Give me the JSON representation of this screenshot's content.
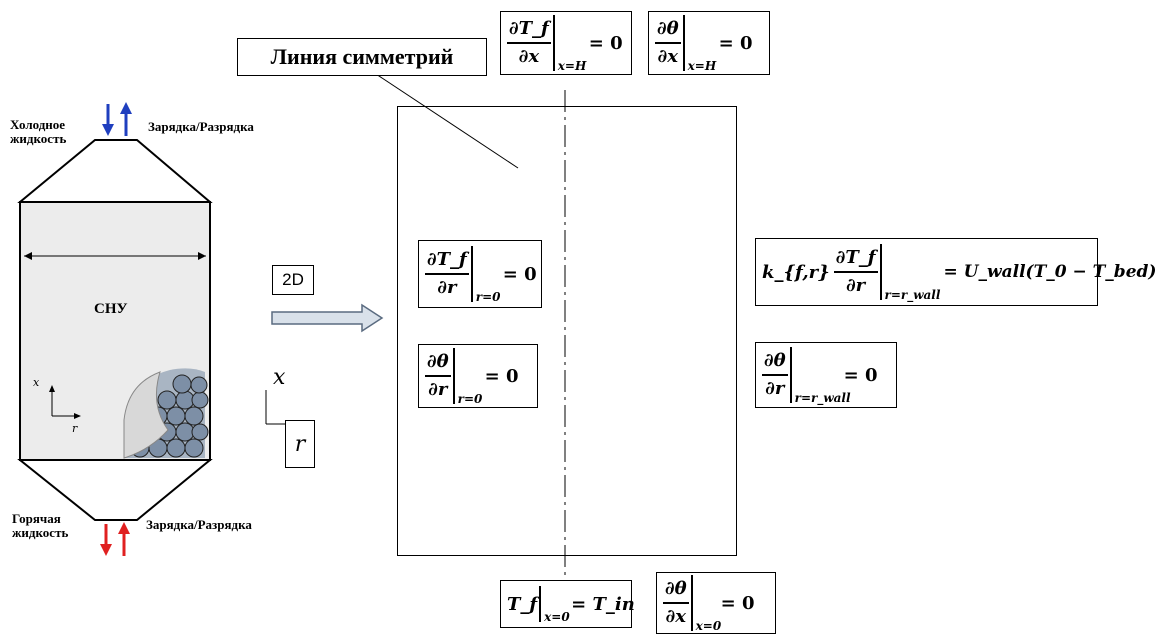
{
  "tank": {
    "cold_fluid_label": [
      "Холодное",
      "жидкость"
    ],
    "hot_fluid_label": [
      "Горячая",
      "жидкость"
    ],
    "charge_top": "Зарядка/Разрядка",
    "charge_bottom": "Зарядка/Разрядка",
    "center_label": "СНУ",
    "axis_x": "x",
    "axis_r": "r"
  },
  "transition": {
    "label_2d": "2D",
    "axis_x": "x",
    "axis_r": "r"
  },
  "symmetry_label": "Линия симметрий",
  "conditions": {
    "top_tf": {
      "num": "∂T_f",
      "den": "∂x",
      "sub": "x=H",
      "rhs": "= 0"
    },
    "top_theta": {
      "num": "∂θ",
      "den": "∂x",
      "sub": "x=H",
      "rhs": "= 0"
    },
    "left_tf": {
      "num": "∂T_f",
      "den": "∂r",
      "sub": "r=0",
      "rhs": "= 0"
    },
    "left_theta": {
      "num": "∂θ",
      "den": "∂r",
      "sub": "r=0",
      "rhs": "= 0"
    },
    "right_tf": {
      "coef": "k_{f,r}",
      "num": "∂T_f",
      "den": "∂r",
      "sub": "r=r_wall",
      "rhs": "= U_wall(T_0 − T_bed)"
    },
    "right_theta": {
      "num": "∂θ",
      "den": "∂r",
      "sub": "r=r_wall",
      "rhs": "= 0"
    },
    "bottom_tf": {
      "lhs": "T_f",
      "sub": "x=0",
      "rhs": "= T_in"
    },
    "bottom_theta": {
      "num": "∂θ",
      "den": "∂x",
      "sub": "x=0",
      "rhs": "= 0"
    }
  },
  "colors": {
    "cold_arrow": "#1f3fbf",
    "hot_arrow": "#e02020",
    "tank_fill": "#ececec",
    "bed_fill": "#7d8fa6",
    "arrow_fill": "#d9e1ea"
  }
}
